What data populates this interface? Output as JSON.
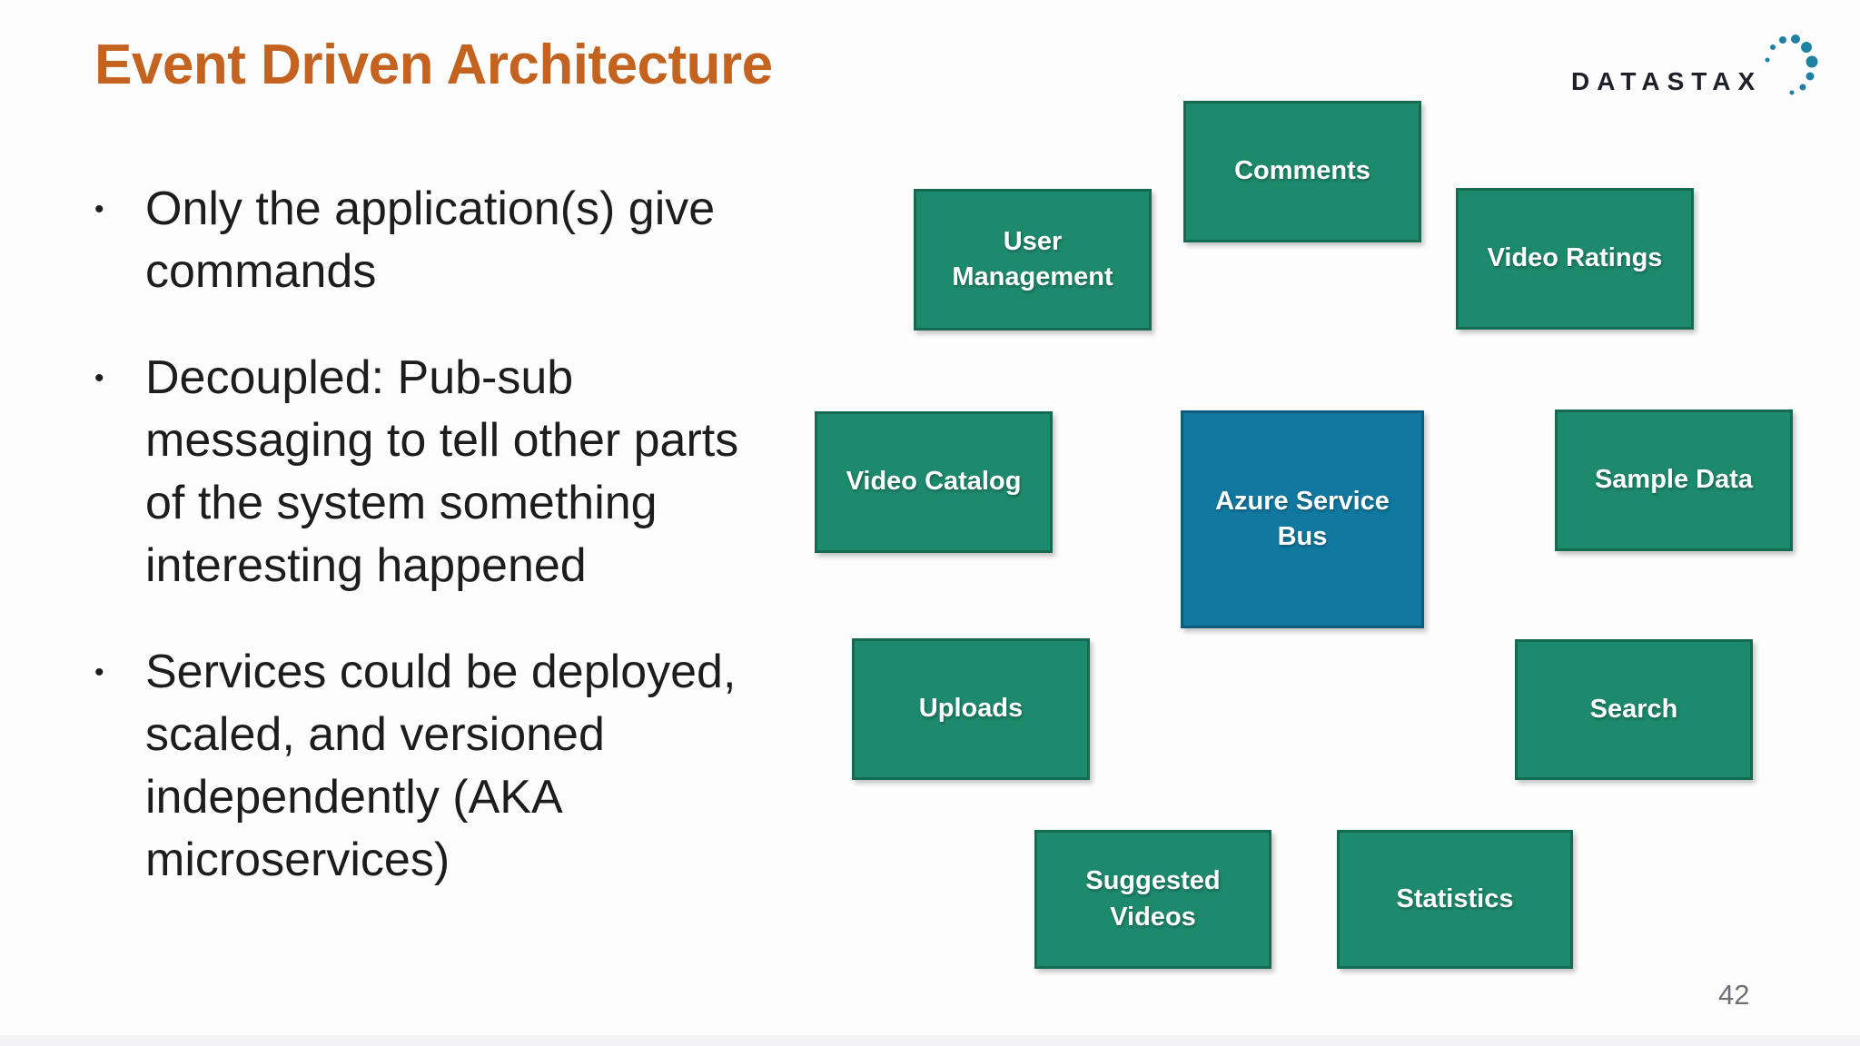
{
  "slide": {
    "title": "Event Driven Architecture",
    "page_number": "42",
    "bullet_marker": "•",
    "bullets": [
      "Only the application(s) give commands",
      "Decoupled: Pub-sub messaging to tell other parts of the system something interesting happened",
      "Services could be deployed, scaled, and versioned independently (AKA microservices)"
    ],
    "logo_text": "DATASTAX",
    "colors": {
      "title_orange": "#C4621F",
      "body_text": "#1D1D1D",
      "box_green_fill": "#1E8A6D",
      "box_green_border": "#156A52",
      "box_blue_fill": "#1179A0",
      "box_blue_border": "#0C5D7D",
      "box_label_text": "#FFFFFF",
      "logo_text_dark": "#20202A",
      "logo_dot_teal": "#1F82A3",
      "page_number_grey": "#6F6F78"
    }
  },
  "diagram": {
    "center_box": {
      "label": "Azure Service Bus",
      "color": "blue"
    },
    "satellite_boxes": [
      {
        "label": "Comments",
        "color": "green"
      },
      {
        "label": "User Management",
        "color": "green"
      },
      {
        "label": "Video Ratings",
        "color": "green"
      },
      {
        "label": "Video Catalog",
        "color": "green"
      },
      {
        "label": "Sample Data",
        "color": "green"
      },
      {
        "label": "Uploads",
        "color": "green"
      },
      {
        "label": "Search",
        "color": "green"
      },
      {
        "label": "Suggested Videos",
        "color": "green"
      },
      {
        "label": "Statistics",
        "color": "green"
      }
    ]
  }
}
